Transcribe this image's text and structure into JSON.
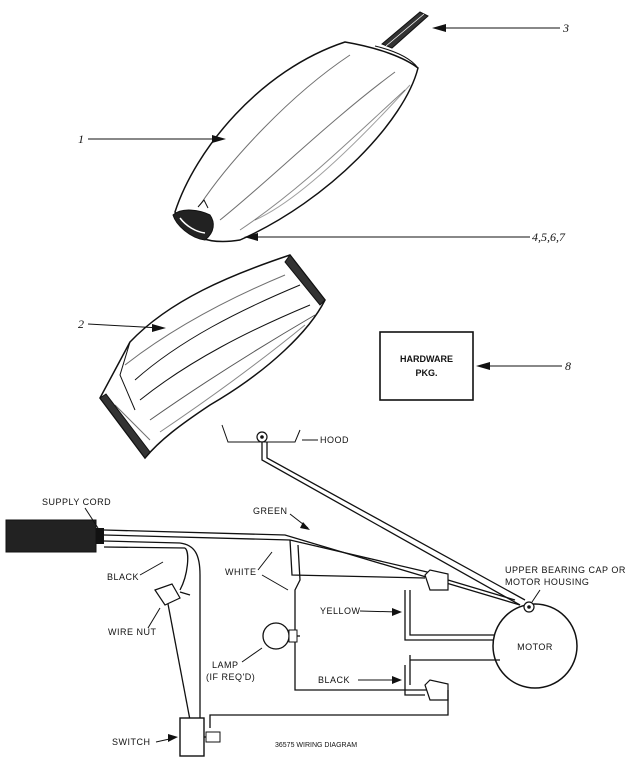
{
  "callouts": {
    "c1": "1",
    "c2": "2",
    "c3": "3",
    "c4": "4,5,6,7",
    "c8": "8"
  },
  "hardware_box": {
    "line1": "HARDWARE",
    "line2": "PKG."
  },
  "wiring": {
    "hood": "HOOD",
    "supply_cord": "SUPPLY CORD",
    "green": "GREEN",
    "black_upper": "BLACK",
    "white": "WHITE",
    "wire_nut": "WIRE NUT",
    "yellow": "YELLOW",
    "upper_bearing_1": "UPPER BEARING CAP OR",
    "upper_bearing_2": "MOTOR HOUSING",
    "motor": "MOTOR",
    "lamp_1": "LAMP",
    "lamp_2": "(IF REQ'D)",
    "black_lower": "BLACK",
    "switch": "SWITCH",
    "caption": "36575 WIRING DIAGRAM"
  }
}
